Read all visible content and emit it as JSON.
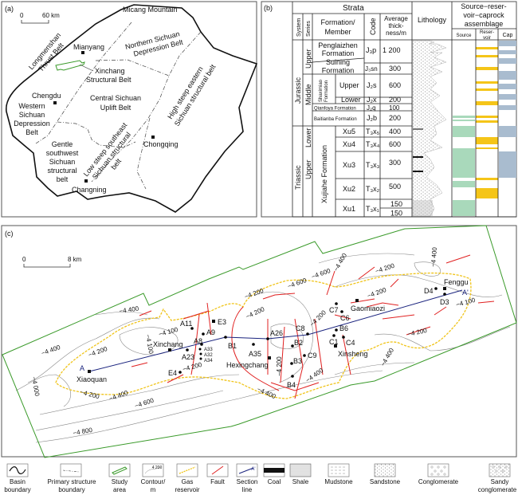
{
  "colors": {
    "study_area": "#3a9a2a",
    "gas_reservoir": "#f0c419",
    "fault": "#e02020",
    "section_line": "#1a237e",
    "source": "#a9d9bb",
    "reservoir": "#f5c518",
    "cap": "#a9bccf",
    "contour": "#777777"
  },
  "panel_a": {
    "label": "(a)",
    "scale": {
      "zero": "0",
      "end": "60 km"
    },
    "places": {
      "micang": "Micang Mountain",
      "mianyang": "Mianyang",
      "chengdu": "Chengdu",
      "chongqing": "Chongqing",
      "changning": "Changning"
    },
    "regions": {
      "longmenshan": [
        "Longmenshan",
        "Thrust Belt"
      ],
      "northern": [
        "Northern Sichuan",
        "Depression Belt"
      ],
      "xinchang": [
        "Xinchang",
        "Structural Belt"
      ],
      "central": [
        "Central Sichuan",
        "Uplift Belt"
      ],
      "western": [
        "Western",
        "Sichuan",
        "Depression",
        "Belt"
      ],
      "high_steep": [
        "High steep eastern",
        "Sichuan structural belt"
      ],
      "gentle": [
        "Gentle",
        "southwest",
        "Sichuan",
        "structural",
        "belt"
      ],
      "low_steep": [
        "Low steep southeast",
        "Sichuan structural",
        "belt"
      ]
    }
  },
  "panel_b": {
    "label": "(b)",
    "headers": {
      "strata": "Strata",
      "system": "System",
      "series": "Series",
      "formation": [
        "Formation/",
        "Member"
      ],
      "code": "Code",
      "thickness": [
        "Average",
        "thick-",
        "ness/m"
      ],
      "lithology": "Lithology",
      "assemblage": [
        "Source−reser-",
        "voir−caprock",
        "assemblage"
      ],
      "source": "Source",
      "reservoir": [
        "Reser-",
        "voir"
      ],
      "cap": "Cap"
    },
    "systems": {
      "jurassic": "Jurassic",
      "triassic": "Triassic"
    },
    "series": {
      "upper_j": "Upper",
      "middle_j": "Middle",
      "lower_j": "Lower",
      "upper_t": "Upper"
    },
    "rows": [
      {
        "formation": [
          "Penglaizhen",
          "Formation"
        ],
        "code": "J₃p",
        "thickness": "1 200"
      },
      {
        "formation": [
          "Suining",
          "Formation"
        ],
        "code": "J₃sn",
        "thickness": "300"
      },
      {
        "group": [
          "Shaximiao",
          "Formation"
        ],
        "formation": [
          "Upper"
        ],
        "code": "J₂s",
        "thickness": "600"
      },
      {
        "formation": [
          "Lower"
        ],
        "code": "J₂x",
        "thickness": "200"
      },
      {
        "formation": [
          "Qianfoya Formation"
        ],
        "code": "J₂q",
        "thickness": "100"
      },
      {
        "formation": [
          "Baitianba Formation"
        ],
        "code": "J₂b",
        "thickness": "200"
      },
      {
        "group": [
          "Xujiahe Formation"
        ],
        "formation": [
          "Xu5"
        ],
        "code": "T₃x₅",
        "thickness": "400"
      },
      {
        "formation": [
          "Xu4"
        ],
        "code": "T₃x₄",
        "thickness": "600"
      },
      {
        "formation": [
          "Xu3"
        ],
        "code": "T₃x₃",
        "thickness": "300"
      },
      {
        "formation": [
          "Xu2"
        ],
        "code": "T₃x₂",
        "thickness": "500"
      },
      {
        "formation": [
          "Xu1"
        ],
        "code": "T₃x₁",
        "thickness": [
          "150",
          "150"
        ]
      }
    ]
  },
  "panel_c": {
    "label": "(c)",
    "scale": {
      "zero": "0",
      "end": "8 km"
    },
    "section": {
      "start": "A",
      "end": "A'"
    },
    "towns": {
      "xiaoquan": "Xiaoquan",
      "xinchang": "Xinchang",
      "hexingchang": "Hexingchang",
      "xinsheng": "Xinsheng",
      "gaomiaozi": "Gaomiaozi",
      "fenggu": "Fenggu"
    },
    "wells": [
      "A11",
      "E3",
      "A9",
      "A8",
      "A33",
      "A32",
      "A34",
      "A23",
      "E4",
      "B1",
      "A35",
      "A26",
      "B2",
      "B3",
      "C9",
      "B4",
      "C8",
      "B6",
      "C1",
      "C4",
      "C7",
      "C6",
      "D4",
      "D3"
    ],
    "contour_labels": [
      "−4 400",
      "−4 200",
      "−4 100",
      "−4 000",
      "−4 200",
      "−4 400",
      "−4 600",
      "−4 800",
      "−4 100",
      "−4 200",
      "−4 400",
      "−4 200",
      "−4 600",
      "−4 200",
      "−4 400",
      "−4 200",
      "−4 400",
      "−4 400",
      "−4 200",
      "−4 200",
      "−4 200",
      "−4 100",
      "−4 200",
      "−4 400",
      "−4 600",
      "−4 400"
    ]
  },
  "legend": [
    {
      "label": [
        "Basin",
        "boundary"
      ]
    },
    {
      "label": [
        "Primary structure",
        "boundary"
      ]
    },
    {
      "label": [
        "Study",
        "area"
      ]
    },
    {
      "label": [
        "Contour/",
        "m"
      ],
      "sample": "4 200"
    },
    {
      "label": [
        "Gas",
        "reservoir"
      ]
    },
    {
      "label": [
        "Fault",
        ""
      ]
    },
    {
      "label": [
        "Section",
        "line"
      ],
      "sample": "A'"
    },
    {
      "label": [
        "Coal",
        ""
      ]
    },
    {
      "label": [
        "Shale",
        ""
      ]
    },
    {
      "label": [
        "Mudstone",
        ""
      ]
    },
    {
      "label": [
        "Sandstone",
        ""
      ]
    },
    {
      "label": [
        "Conglomerate",
        ""
      ]
    },
    {
      "label": [
        "Sandy",
        "conglomerate"
      ]
    }
  ]
}
